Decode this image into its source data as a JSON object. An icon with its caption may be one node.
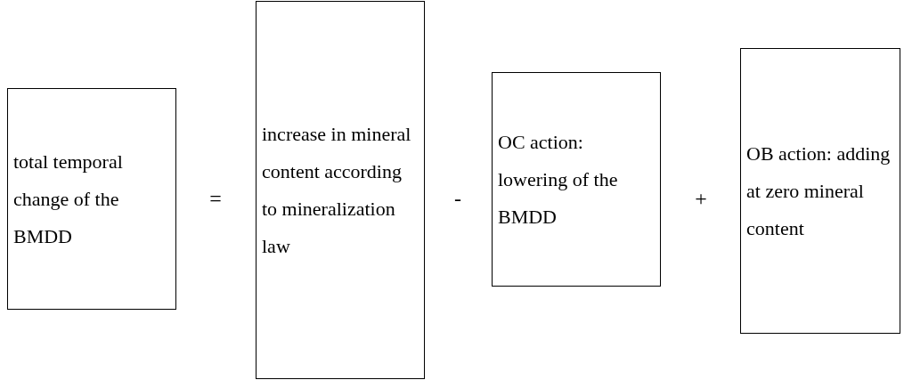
{
  "diagram": {
    "nodes": [
      {
        "text": [
          "total temporal change of the BMDD"
        ]
      },
      {
        "text": [
          "increase in mineral content according to mineralization law"
        ]
      },
      {
        "text": [
          "OC action: lowering of the BMDD"
        ]
      },
      {
        "text": [
          "OB action: adding at zero mineral content"
        ]
      }
    ],
    "labels": [
      "=",
      "-",
      "+"
    ]
  }
}
